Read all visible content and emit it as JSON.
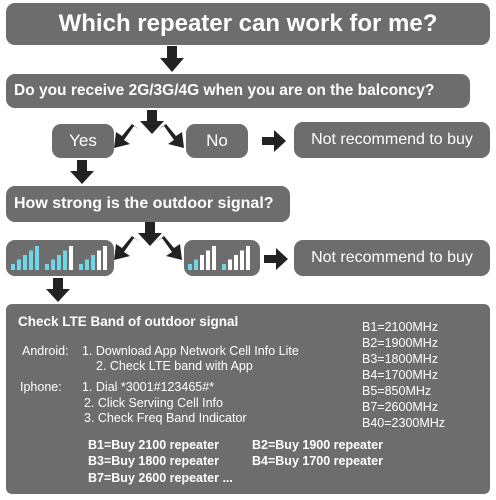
{
  "title": "Which repeater can work for me?",
  "q1": "Do you receive 2G/3G/4G when you are on the balconcy?",
  "yes": "Yes",
  "no": "No",
  "not_recommend_1": "Not recommend to buy",
  "q2": "How strong is the outdoor signal?",
  "not_recommend_2": "Not recommend to buy",
  "colors": {
    "box": "#6d6d6d",
    "signal_bar": "#6fd6e8",
    "signal_empty": "#ffffff",
    "arrow": "#222222"
  },
  "signal_icons": {
    "good": [
      {
        "bars": 5,
        "filled": 5
      },
      {
        "bars": 5,
        "filled": 4
      },
      {
        "bars": 5,
        "filled": 3
      }
    ],
    "bad": [
      {
        "bars": 5,
        "filled": 2
      },
      {
        "bars": 5,
        "filled": 1
      }
    ]
  },
  "check": {
    "heading": "Check LTE Band of outdoor signal",
    "android_label": "Android:",
    "android_steps": [
      "1. Download App Network Cell Info Lite",
      "2. Check LTE band with App"
    ],
    "iphone_label": "Iphone:",
    "iphone_steps": [
      "1. Dial *3001#123465#*",
      "2. Click Serviing Cell Info",
      "3. Check Freq Band Indicator"
    ],
    "bands": [
      "B1=2100MHz",
      "B2=1900MHz",
      "B3=1800MHz",
      "B4=1700MHz",
      "B5=850MHz",
      "B7=2600MHz",
      "B40=2300MHz"
    ],
    "buy": [
      "B1=Buy 2100 repeater",
      "B2=Buy 1900 repeater",
      "B3=Buy 1800 repeater",
      "B4=Buy 1700 repeater",
      "B7=Buy 2600 repeater ..."
    ]
  }
}
